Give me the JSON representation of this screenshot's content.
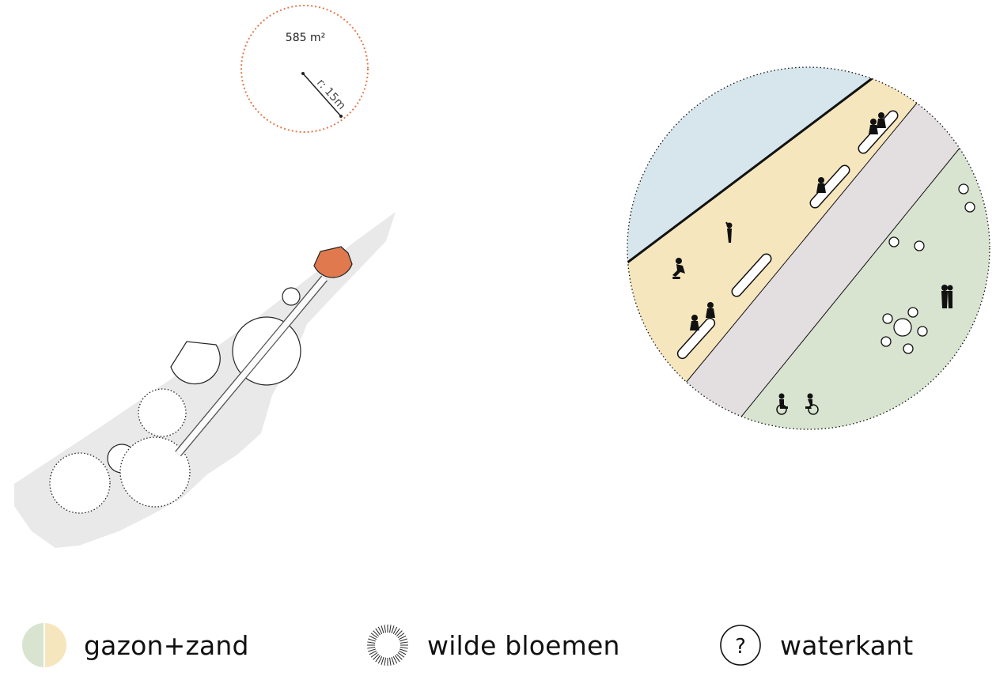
{
  "scale_circle": {
    "area_label": "585 m²",
    "radius_label": "r: 15m"
  },
  "colors": {
    "accent_orange": "#e07a4e",
    "sand": "#f5e6bd",
    "lawn": "#d9e4d0",
    "water": "#d6e6ec",
    "path": "#e3dfe1",
    "site": "#e9e9e9"
  },
  "legend": [
    {
      "icon": "half-lawn-half-sand-icon",
      "label": "gazon+zand"
    },
    {
      "icon": "wildflower-burst-icon",
      "label": "wilde bloemen"
    },
    {
      "icon": "question-circle-icon",
      "label": "waterkant"
    }
  ]
}
